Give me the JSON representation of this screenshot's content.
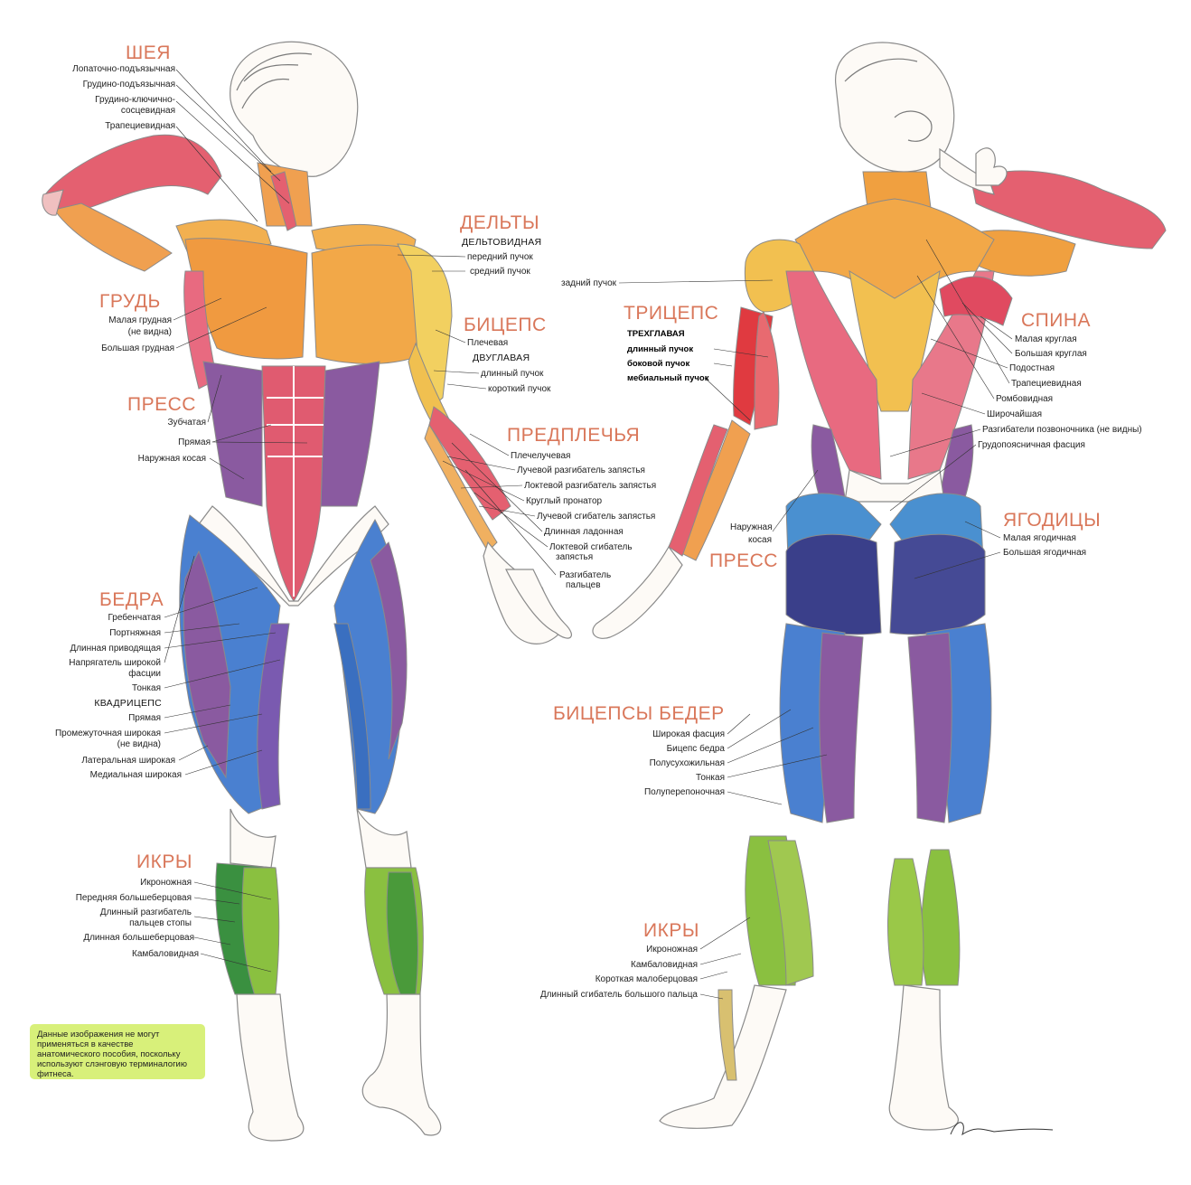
{
  "front": {
    "sections": {
      "neck": {
        "title": "ШЕЯ",
        "labels": [
          "Лопаточно-подъязычная",
          "Грудино-подъязычная",
          "Грудино-ключично-",
          "сосцевидная",
          "Трапециевидная"
        ]
      },
      "delts": {
        "title": "ДЕЛЬТЫ",
        "subtitle": "ДЕЛЬТОВИДНАЯ",
        "labels": [
          "передний пучок",
          "средний пучок"
        ]
      },
      "chest": {
        "title": "ГРУДЬ",
        "labels": [
          "Малая грудная",
          "(не видна)",
          "Большая грудная"
        ]
      },
      "biceps": {
        "title": "БИЦЕПС",
        "labels": [
          "Плечевая"
        ],
        "subtitle": "ДВУГЛАВАЯ",
        "sublabels": [
          "длинный пучок",
          "короткий пучок"
        ]
      },
      "abs": {
        "title": "ПРЕСС",
        "labels": [
          "Зубчатая",
          "Прямая",
          "Наружная косая"
        ]
      },
      "forearms": {
        "title": "ПРЕДПЛЕЧЬЯ",
        "labels": [
          "Плечелучевая",
          "Лучевой разгибатель запястья",
          "Локтевой разгибатель запястья",
          "Круглый пронатор",
          "Лучевой сгибатель запястья",
          "Длинная ладонная",
          "Локтевой сгибатель",
          "запястья",
          "Разгибатель",
          "пальцев"
        ]
      },
      "thighs": {
        "title": "БЕДРА",
        "labels": [
          "Гребенчатая",
          "Портняжная",
          "Длинная приводящая",
          "Напрягатель широкой",
          "фасции",
          "Тонкая"
        ],
        "subtitle": "КВАДРИЦЕПС",
        "sublabels": [
          "Прямая",
          "Промежуточная широкая",
          "(не видна)",
          "Латеральная широкая",
          "Медиальная широкая"
        ]
      },
      "calves": {
        "title": "ИКРЫ",
        "labels": [
          "Икроножная",
          "Передняя большеберцовая",
          "Длинный разгибатель",
          "пальцев стопы",
          "Длинная большеберцовая",
          "Камбаловидная"
        ]
      }
    }
  },
  "back": {
    "sections": {
      "delt_rear": {
        "labels": [
          "задний пучок"
        ]
      },
      "triceps": {
        "title": "ТРИЦЕПС",
        "subtitle": "ТРЕХГЛАВАЯ",
        "labels": [
          "длинный пучок",
          "боковой пучок",
          "мебиальный пучок"
        ]
      },
      "back": {
        "title": "СПИНА",
        "labels": [
          "Малая круглая",
          "Большая круглая",
          "Подостная",
          "Трапециевидная",
          "Ромбовидная",
          "Широчайшая",
          "Разгибатели позвоночника (не видны)",
          "Грудопоясничная фасция"
        ]
      },
      "abs": {
        "title": "ПРЕСС",
        "labels": [
          "Наружная",
          "косая"
        ]
      },
      "glutes": {
        "title": "ЯГОДИЦЫ",
        "labels": [
          "Малая ягодичная",
          "Большая ягодичная"
        ]
      },
      "hamstrings": {
        "title": "БИЦЕПСЫ БЕДЕР",
        "labels": [
          "Широкая фасция",
          "Бицепс бедра",
          "Полусухожильная",
          "Тонкая",
          "Полуперепоночная"
        ]
      },
      "calves": {
        "title": "ИКРЫ",
        "labels": [
          "Икроножная",
          "Камбаловидная",
          "Короткая малоберцовая",
          "Длинный сгибатель большого пальца"
        ]
      }
    }
  },
  "note": "Данные изображения не могут применяться в качестве анатомического пособия, поскольку используют слэнговую терминалогию фитнеса.",
  "colors": {
    "heading": "#d9775a",
    "note_bg": "#d8f07a",
    "orange": "#f0a040",
    "red": "#e05060",
    "pink": "#e88090",
    "purple": "#8a5aa0",
    "blue": "#4a7fd0",
    "navy": "#3a3f8a",
    "green": "#8ac040",
    "yellow": "#f2d060"
  }
}
